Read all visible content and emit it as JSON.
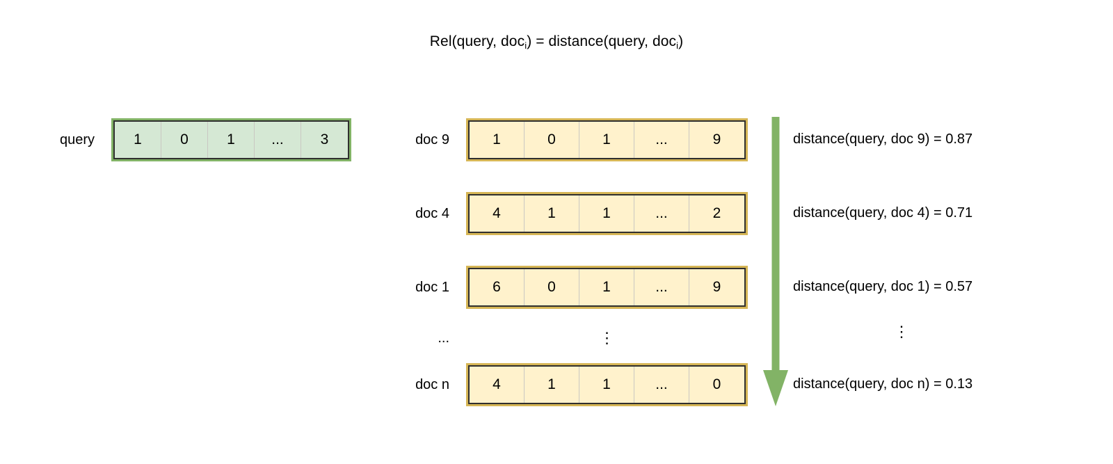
{
  "title": {
    "prefix": "Rel(query, doc",
    "sub1": "i",
    "middle": ") = distance(query, doc",
    "sub2": "i",
    "suffix": ")",
    "plain": "Rel(query, doc_i) = distance(query, doc_i)"
  },
  "colors": {
    "query_fill": "#d5e8d4",
    "query_border": "#82b366",
    "doc_fill": "#fff2cc",
    "doc_border": "#d6b656",
    "inner_border": "#2f2f2f",
    "cell_divider": "#c9c7c2",
    "arrow": "#82b366",
    "text": "#000000",
    "background": "#ffffff"
  },
  "query": {
    "label": "query",
    "cells": [
      "1",
      "0",
      "1",
      "...",
      "3"
    ]
  },
  "docs": [
    {
      "label": "doc 9",
      "cells": [
        "1",
        "0",
        "1",
        "...",
        "9"
      ],
      "distance": "distance(query, doc 9) = 0.87",
      "distance_value": 0.87
    },
    {
      "label": "doc 4",
      "cells": [
        "4",
        "1",
        "1",
        "...",
        "2"
      ],
      "distance": "distance(query, doc 4) = 0.71",
      "distance_value": 0.71
    },
    {
      "label": "doc 1",
      "cells": [
        "6",
        "0",
        "1",
        "...",
        "9"
      ],
      "distance": "distance(query, doc 1) = 0.57",
      "distance_value": 0.57
    },
    {
      "label": "doc n",
      "cells": [
        "4",
        "1",
        "1",
        "...",
        "0"
      ],
      "distance": "distance(query, doc n) = 0.13",
      "distance_value": 0.13
    }
  ],
  "ellipsis": {
    "label": "...",
    "docs_vertical": "⋮",
    "distance_vertical": "⋮"
  },
  "arrow": {
    "name": "ranking-direction-arrow",
    "direction": "down"
  }
}
